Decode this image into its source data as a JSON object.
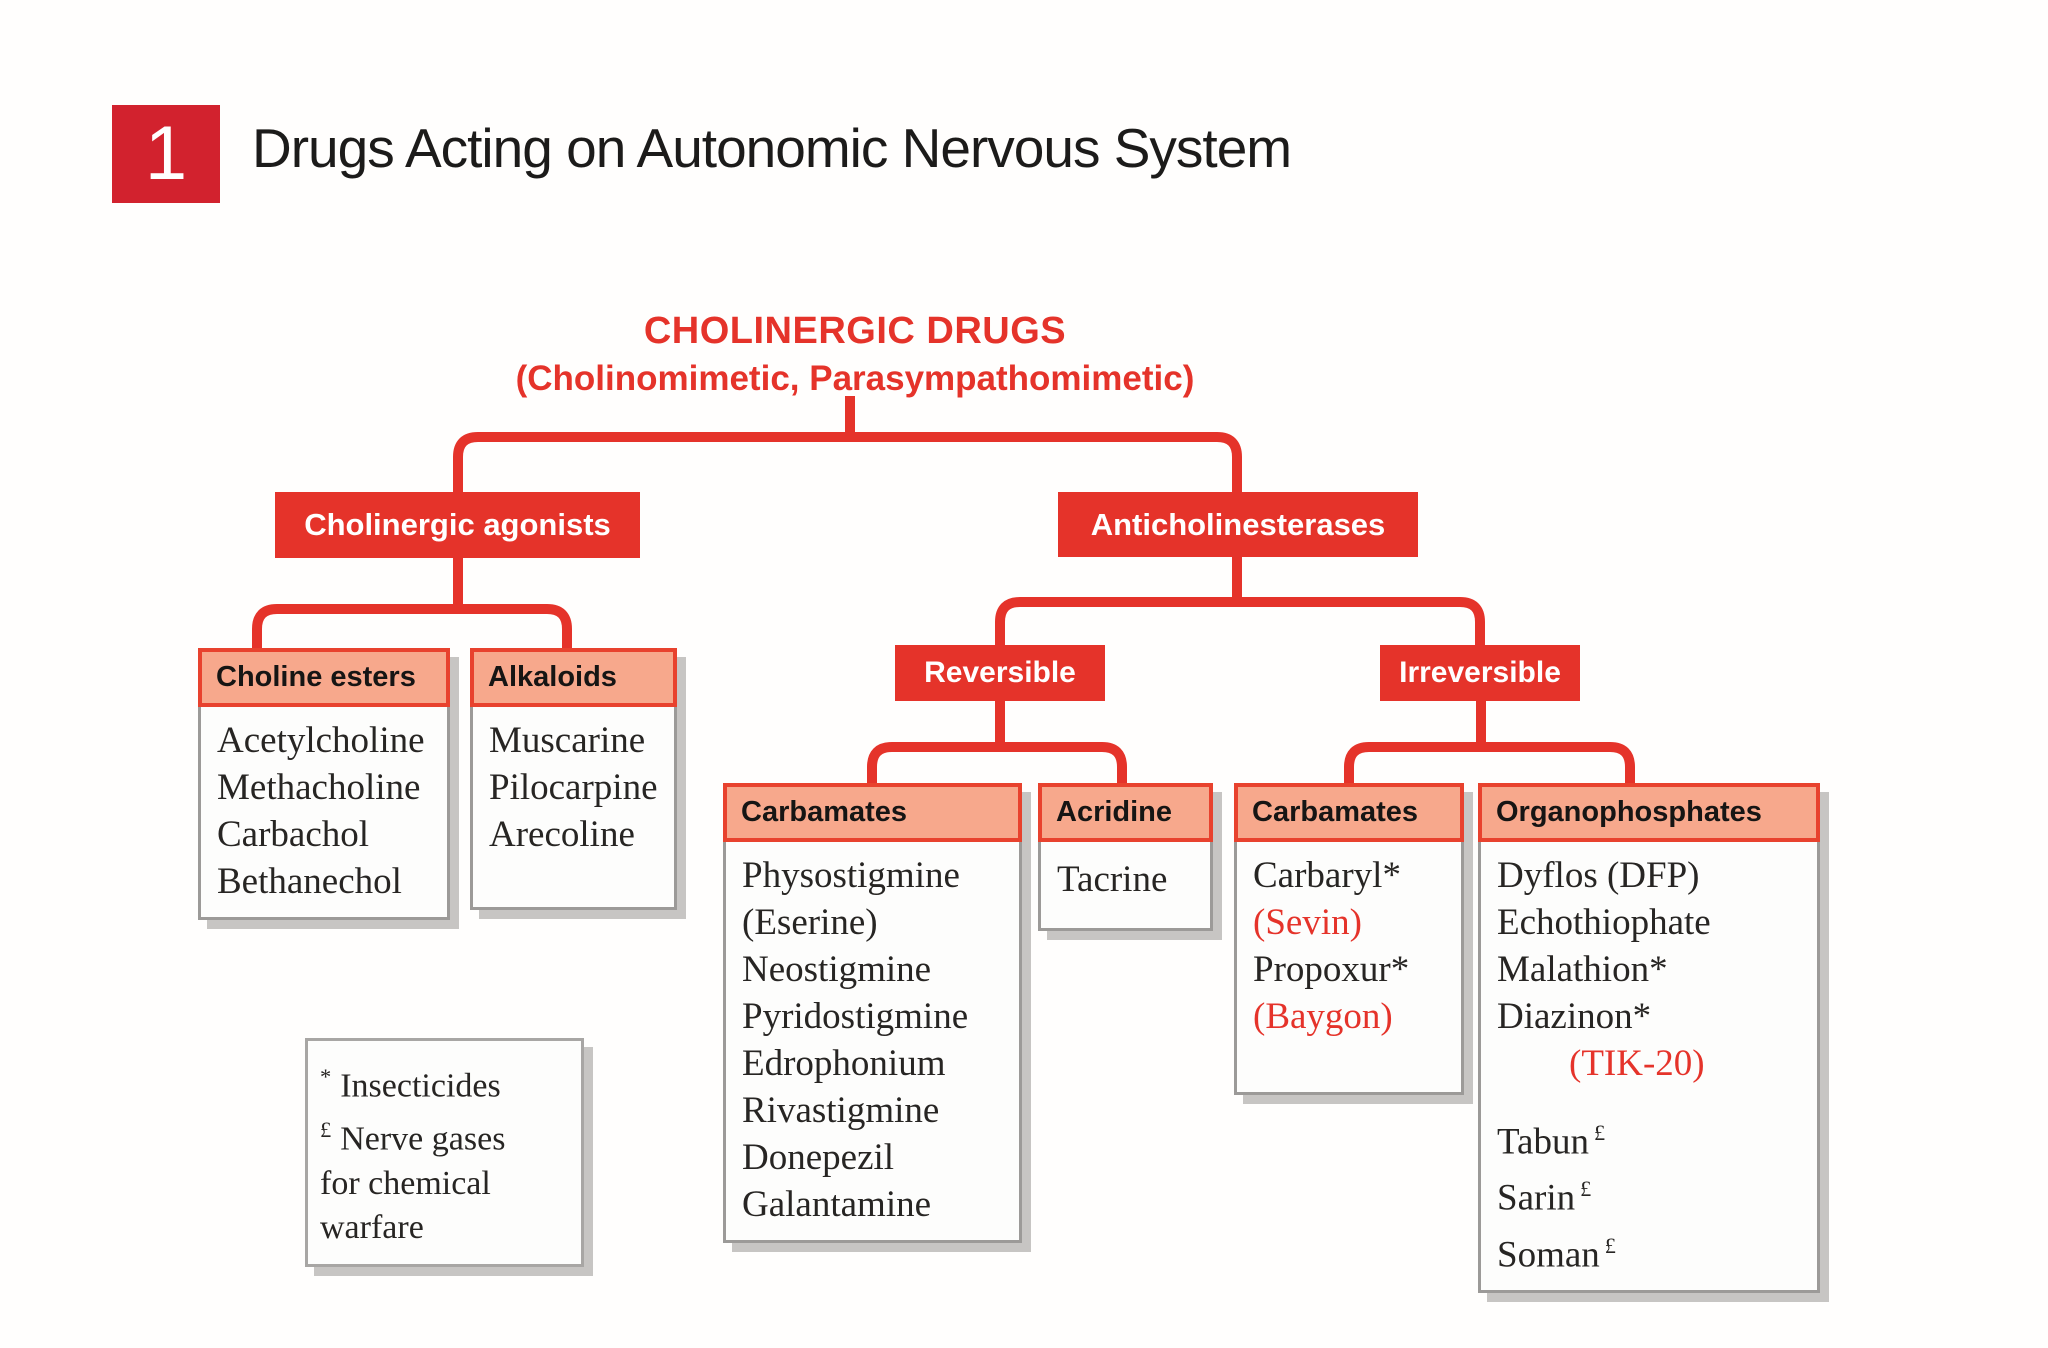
{
  "header": {
    "chapter_number": "1",
    "title": "Drugs Acting on Autonomic Nervous System"
  },
  "root": {
    "title": "CHOLINERGIC DRUGS",
    "subtitle": "(Cholinomimetic, Parasympathomimetic)"
  },
  "nodes": {
    "cholinergic_agonists": "Cholinergic agonists",
    "anticholinesterases": "Anticholinesterases",
    "reversible": "Reversible",
    "irreversible": "Irreversible"
  },
  "boxes": {
    "choline_esters": {
      "header": "Choline esters",
      "items": [
        "Acetylcholine",
        "Methacholine",
        "Carbachol",
        "Bethanechol"
      ]
    },
    "alkaloids": {
      "header": "Alkaloids",
      "items": [
        "Muscarine",
        "Pilocarpine",
        "Arecoline"
      ]
    },
    "carbamates_reversible": {
      "header": "Carbamates",
      "items": [
        "Physostigmine",
        "(Eserine)",
        "Neostigmine",
        "Pyridostigmine",
        "Edrophonium",
        "Rivastigmine",
        "Donepezil",
        "Galantamine"
      ]
    },
    "acridine": {
      "header": "Acridine",
      "items": [
        "Tacrine"
      ]
    },
    "carbamates_irreversible": {
      "header": "Carbamates",
      "items": [
        {
          "text": "Carbaryl*"
        },
        {
          "text": "(Sevin)",
          "color": "red"
        },
        {
          "text": "Propoxur*"
        },
        {
          "text": "(Baygon)",
          "color": "red"
        }
      ]
    },
    "organophosphates": {
      "header": "Organophosphates",
      "items": [
        {
          "text": "Dyflos (DFP)"
        },
        {
          "text": "Echothiophate"
        },
        {
          "text": "Malathion*"
        },
        {
          "text": "Diazinon*"
        },
        {
          "text": "(TIK-20)",
          "color": "red",
          "indent": true
        },
        {
          "text": "Tabun",
          "sup": "£",
          "gap": true
        },
        {
          "text": "Sarin",
          "sup": "£"
        },
        {
          "text": "Soman",
          "sup": "£"
        }
      ]
    }
  },
  "footnote": {
    "lines": [
      {
        "sym": "*",
        "text": "Insecticides"
      },
      {
        "sym": "£",
        "text": "Nerve gases"
      },
      {
        "sym": "",
        "text": "for chemical"
      },
      {
        "sym": "",
        "text": "warfare"
      }
    ]
  },
  "colors": {
    "accent_red": "#e5332a",
    "badge_red": "#d2222e",
    "salmon_header": "#f7a88c",
    "red_text": "#e5332a",
    "box_shadow": "#c7c5c3",
    "body_border": "#9c9a98"
  }
}
